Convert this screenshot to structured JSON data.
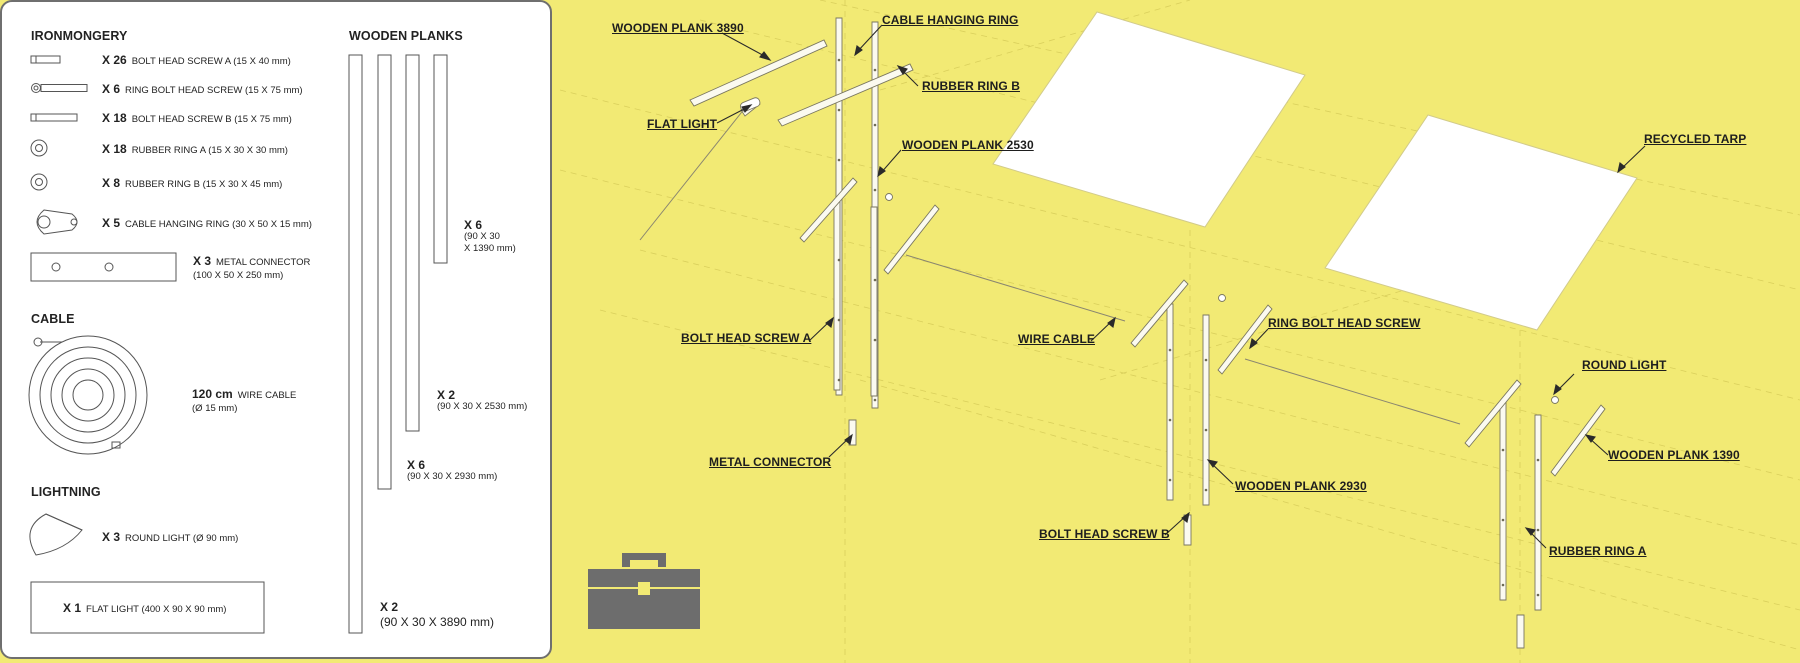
{
  "inventory": {
    "ironmongery": {
      "heading": "IRONMONGERY",
      "items": [
        {
          "qty": "X 26",
          "desc": "BOLT HEAD SCREW A (15 X 40 mm)",
          "icon": "bolt-short-icon"
        },
        {
          "qty": "X 6",
          "desc": "RING BOLT HEAD SCREW (15 X 75 mm)",
          "icon": "ring-bolt-icon"
        },
        {
          "qty": "X 18",
          "desc": "BOLT HEAD SCREW B (15 X 75 mm)",
          "icon": "bolt-long-icon"
        },
        {
          "qty": "X 18",
          "desc": "RUBBER RING A (15 X 30 X 30 mm)",
          "icon": "rubber-ring-icon"
        },
        {
          "qty": "X 8",
          "desc": "RUBBER RING B (15 X 30 X 45 mm)",
          "icon": "rubber-ring-icon"
        },
        {
          "qty": "X 5",
          "desc": "CABLE HANGING RING (30 X 50 X 15 mm)",
          "icon": "cable-ring-icon"
        }
      ],
      "connector": {
        "qty": "X 3",
        "desc": "METAL CONNECTOR",
        "dims": "(100 X 50 X 250 mm)"
      }
    },
    "cable": {
      "heading": "CABLE",
      "qty": "120 cm",
      "desc": "WIRE CABLE",
      "dims": "(Ø 15 mm)"
    },
    "lightning": {
      "heading": "LIGHTNING",
      "round": {
        "qty": "X 3",
        "desc": "ROUND LIGHT (Ø 90 mm)"
      },
      "flat": {
        "qty": "X 1",
        "desc": "FLAT LIGHT (400 X 90 X 90 mm)"
      }
    },
    "planks": {
      "heading": "WOODEN PLANKS",
      "items": [
        {
          "qty": "X 2",
          "dims": "(90 X 30 X 3890 mm)"
        },
        {
          "qty": "X 6",
          "dims": "(90 X 30 X 2930 mm)"
        },
        {
          "qty": "X 2",
          "dims": "(90 X 30 X 2530 mm)"
        },
        {
          "qty": "X 6",
          "dims_line1": "(90 X 30",
          "dims_line2": "X 1390 mm)"
        }
      ]
    }
  },
  "callouts": {
    "wooden_plank_3890": "WOODEN PLANK 3890",
    "cable_hanging_ring": "CABLE HANGING RING",
    "rubber_ring_b": "RUBBER RING B",
    "flat_light": "FLAT LIGHT",
    "wooden_plank_2530": "WOODEN PLANK 2530",
    "recycled_tarp": "RECYCLED TARP",
    "bolt_head_screw_a": "BOLT HEAD SCREW A",
    "wire_cable": "WIRE CABLE",
    "ring_bolt_head_screw": "RING BOLT HEAD SCREW",
    "round_light": "ROUND LIGHT",
    "wooden_plank_1390": "WOODEN PLANK 1390",
    "metal_connector": "METAL CONNECTOR",
    "wooden_plank_2930": "WOODEN PLANK 2930",
    "bolt_head_screw_b": "BOLT HEAD SCREW B",
    "rubber_ring_a": "RUBBER RING A"
  },
  "colors": {
    "background": "#f2ea74",
    "panel": "#ffffff",
    "panel_border": "#6f6f6f",
    "toolbox": "#6d6d6d",
    "toolbox_latch": "#f2ea74"
  },
  "icons": {
    "toolbox": "toolbox-icon"
  }
}
